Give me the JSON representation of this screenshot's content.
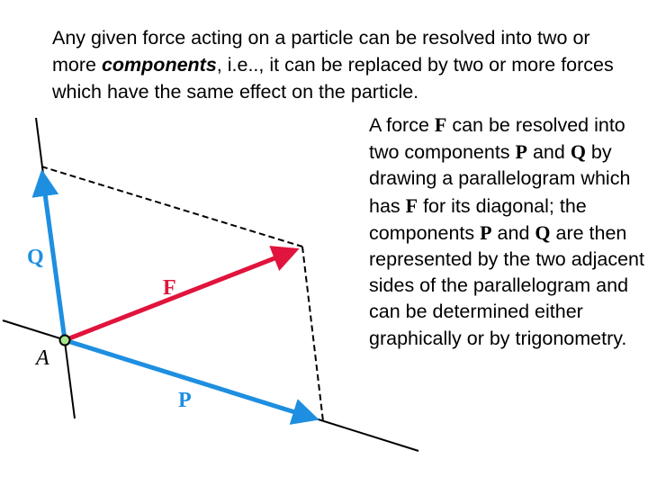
{
  "intro": {
    "part1": "Any given force acting on a particle can be resolved into two or more ",
    "emphasis": "components",
    "part2": ", i.e.., it can be replaced by two or more forces which have the same effect on the particle."
  },
  "side": {
    "t1": "A force ",
    "s1": "F",
    "t2": " can be resolved into two components ",
    "s2": "P",
    "t3": " and ",
    "s3": "Q",
    "t4": " by drawing a parallelogram which has ",
    "s4": "F",
    "t5": " for its diagonal; the components ",
    "s5": "P",
    "t6": " and ",
    "s6": "Q",
    "t7": " are then represented by the two adjacent sides of the parallelogram and can be determined either graphically or by trigonometry."
  },
  "diagram": {
    "labels": {
      "Q": "Q",
      "F": "F",
      "P": "P",
      "A": "A"
    },
    "colors": {
      "blue": "#1e8fe0",
      "red": "#e0143c",
      "point": "#a8e68a"
    }
  }
}
